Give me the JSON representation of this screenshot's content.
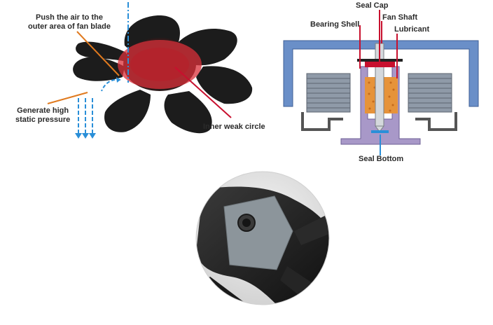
{
  "fan_diagram": {
    "label_push": [
      "Push the air to the",
      "outer area of fan blade"
    ],
    "label_pressure": [
      "Generate high",
      "static pressure"
    ],
    "label_inner": "Inner weak circle"
  },
  "bearing_diagram": {
    "label_seal_cap": "Seal Cap",
    "label_bearing_shell": "Bearing Shell",
    "label_fan_shaft": "Fan Shaft",
    "label_lubricant": "Lubricant",
    "label_seal_bottom": "Seal Bottom"
  },
  "colors": {
    "leader_orange": "#e07a1f",
    "leader_red": "#c8102e",
    "airflow_blue": "#2a8fd8",
    "fan_blade": "#1c1c1c",
    "hub_red": "#d9303a",
    "housing_blue": "#6a8fc8",
    "frame_purple": "#a898c8",
    "lubricant_orange": "#e6933a"
  }
}
